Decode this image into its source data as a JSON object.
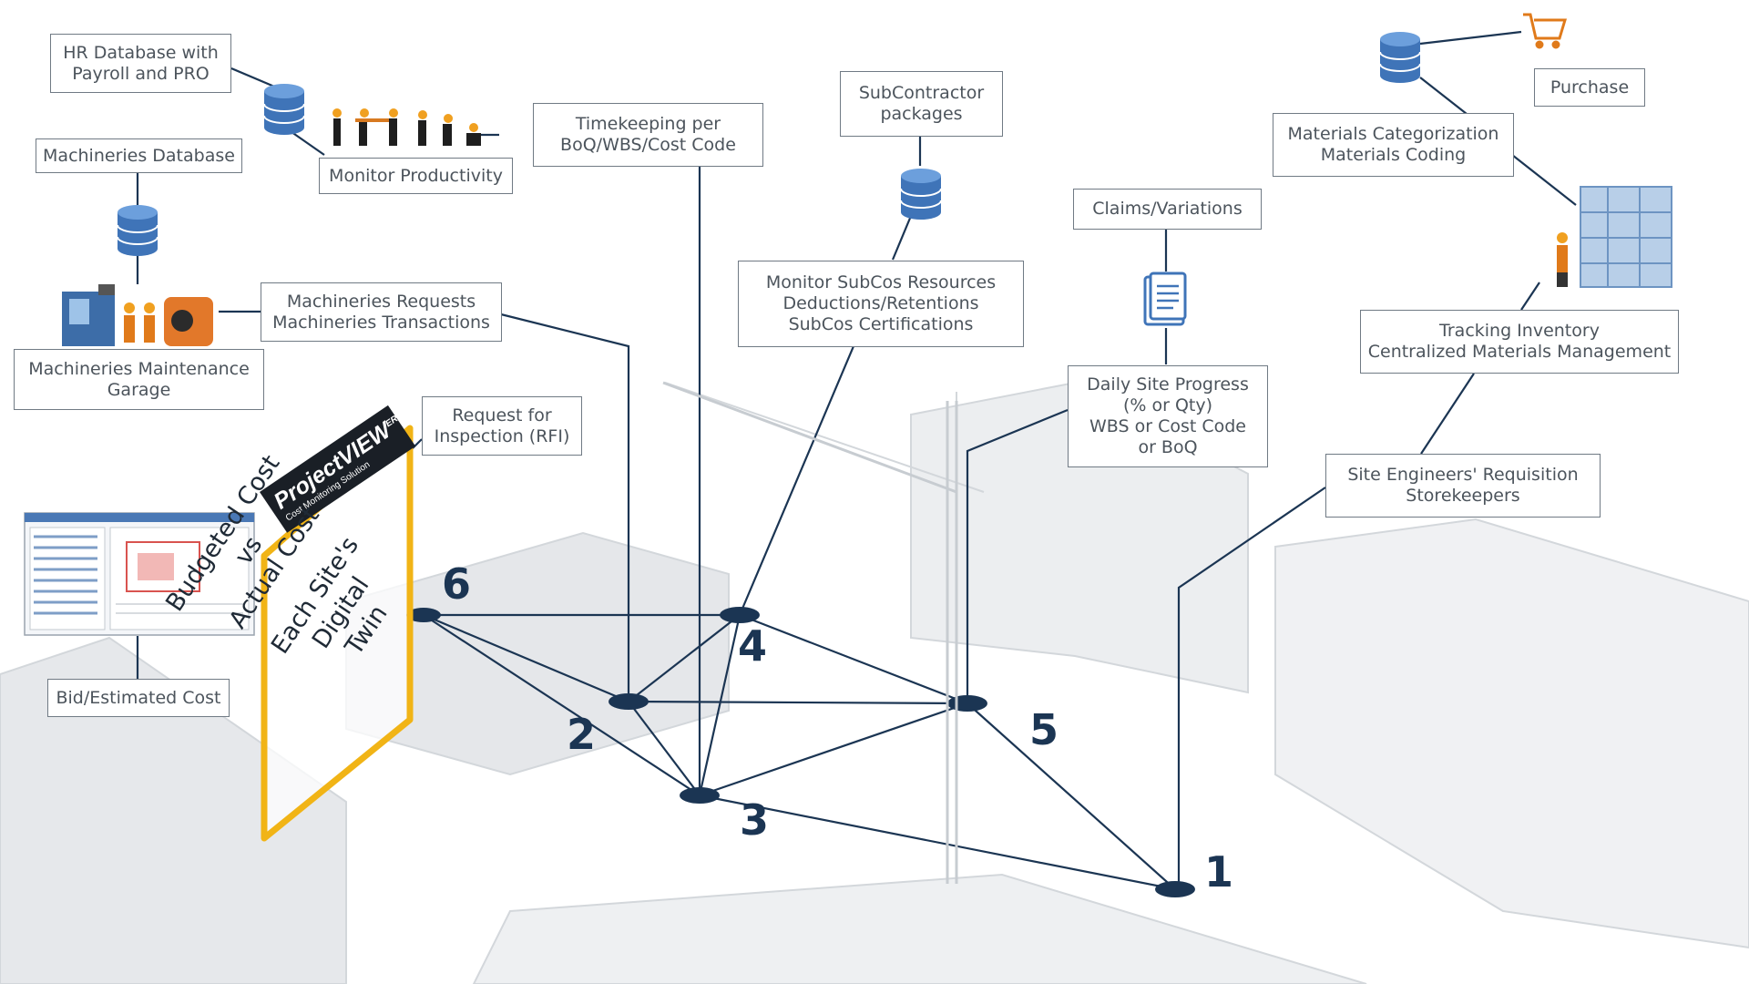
{
  "labels": {
    "hr_database": [
      "HR Database with",
      "Payroll and PRO"
    ],
    "machineries_database": [
      "Machineries Database"
    ],
    "monitor_productivity": [
      "Monitor Productivity"
    ],
    "timekeeping": [
      "Timekeeping per",
      "BoQ/WBS/Cost Code"
    ],
    "subcontractor_packages": [
      "SubContractor",
      "packages"
    ],
    "purchase": [
      "Purchase"
    ],
    "materials_categorization": [
      "Materials Categorization",
      "Materials Coding"
    ],
    "claims_variations": [
      "Claims/Variations"
    ],
    "monitor_subcos": [
      "Monitor SubCos Resources",
      "Deductions/Retentions",
      "SubCos Certifications"
    ],
    "machineries_requests": [
      "Machineries Requests",
      "Machineries Transactions"
    ],
    "machineries_maintenance": [
      "Machineries Maintenance",
      "Garage"
    ],
    "tracking_inventory": [
      "Tracking Inventory",
      "Centralized Materials Management"
    ],
    "request_inspection": [
      "Request for",
      "Inspection (RFI)"
    ],
    "daily_site_progress": [
      "Daily Site Progress",
      "(% or Qty)",
      "WBS or Cost Code",
      "or BoQ"
    ],
    "site_engineers": [
      "Site Engineers' Requisition",
      "Storekeepers"
    ],
    "bid_estimated": [
      "Bid/Estimated Cost"
    ]
  },
  "node_numbers": [
    "1",
    "2",
    "3",
    "4",
    "5",
    "6"
  ],
  "digital_twin": {
    "logo": "ProjectVIEW",
    "logo_sup": "ERP",
    "logo_sub": "Cost Monitoring Solution",
    "lines": [
      "Budgeted Cost",
      "vs",
      "Actual Cost",
      "",
      "Each Site's Digital",
      "Twin"
    ]
  },
  "icons": [
    "database-icon",
    "shopping-cart-icon",
    "workers-icon",
    "document-icon",
    "machines-icon",
    "warehouse-icon",
    "software-screenshot-icon"
  ],
  "colors": {
    "accent": "#f1b416",
    "network": "#1b3553",
    "label_border": "#707a84",
    "label_text": "#4c545c"
  }
}
